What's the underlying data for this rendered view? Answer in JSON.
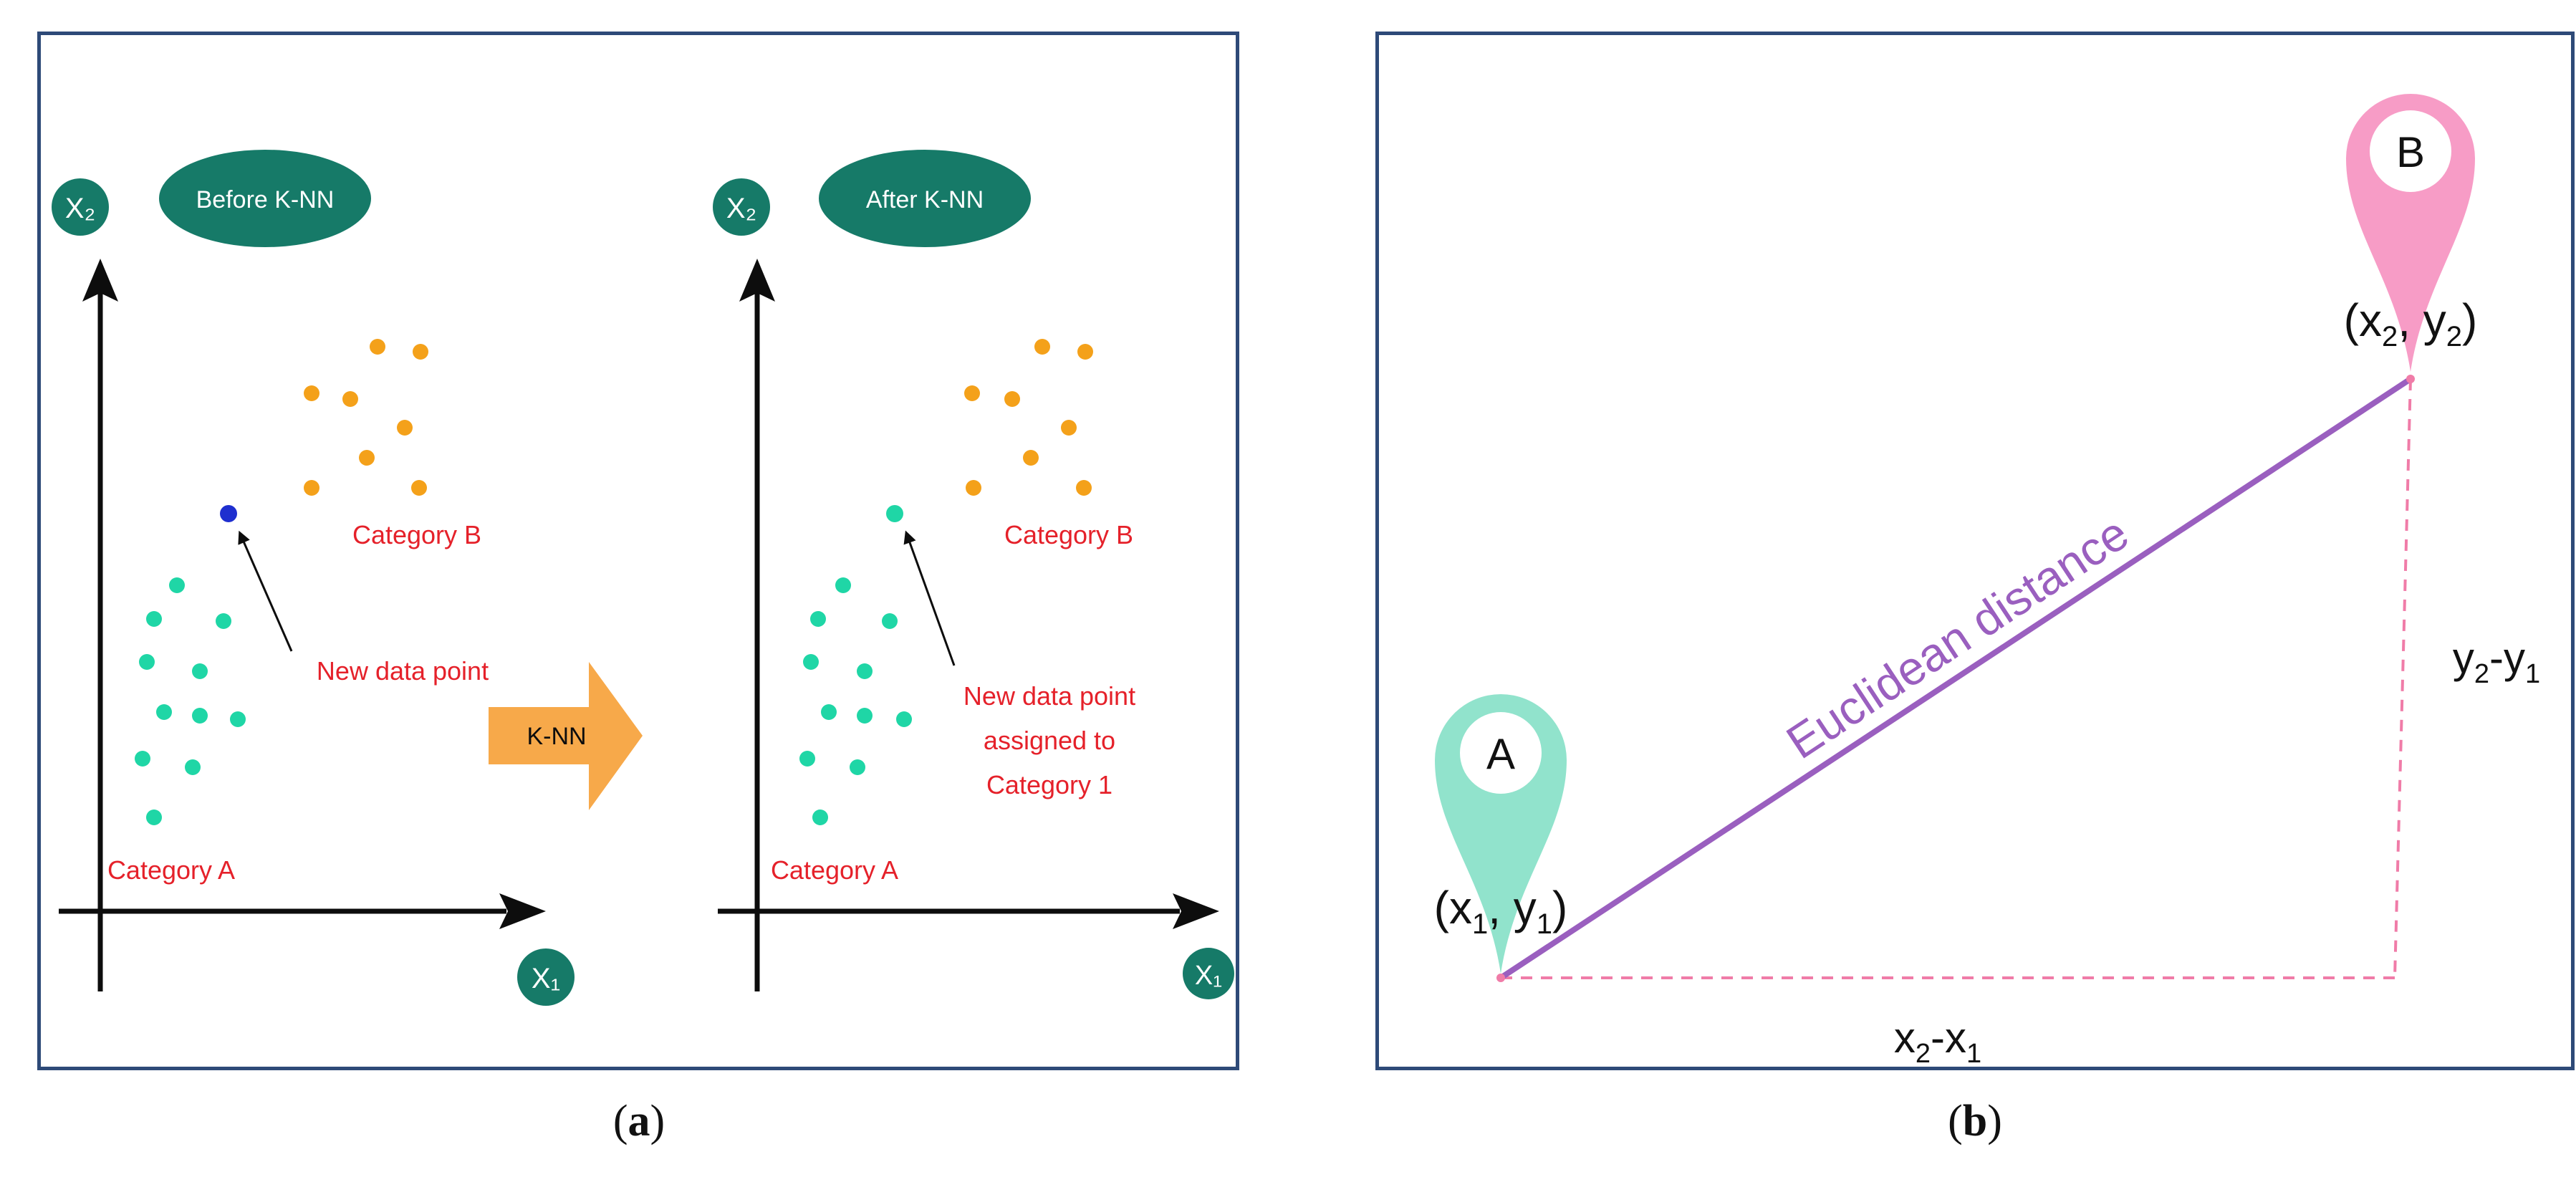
{
  "colors": {
    "frame": "#2e4a78",
    "teal_dark": "#167a68",
    "teal_point": "#1fd6a6",
    "orange_point": "#f4a11a",
    "new_point_before": "#1f2fcf",
    "red_text": "#e5212a",
    "knn_arrow": "#f7a94a",
    "axis": "#0d0d0d",
    "pin_a": "#91e3cc",
    "pin_b": "#f79cc6",
    "euclid_line": "#9a5fbf",
    "dashed": "#f07ca8"
  },
  "panel_a": {
    "left_plot": {
      "badge": "Before K-NN",
      "axis_y": "X₂",
      "axis_x": "X₁",
      "category_b_label": "Category B",
      "category_a_label": "Category A",
      "new_point_label": "New data point"
    },
    "arrow_label": "K-NN",
    "right_plot": {
      "badge": "After K-NN",
      "axis_y": "X₂",
      "axis_x": "X₁",
      "category_b_label": "Category B",
      "category_a_label": "Category A",
      "new_point_label_lines": [
        "New data point",
        "assigned to",
        "Category 1"
      ]
    },
    "caption_letter": "a"
  },
  "panel_b": {
    "pin_a_letter": "A",
    "pin_b_letter": "B",
    "point_a": {
      "x": "x",
      "xsub": "1",
      "y": "y",
      "ysub": "1"
    },
    "point_b": {
      "x": "x",
      "xsub": "2",
      "y": "y",
      "ysub": "2"
    },
    "line_label": "Euclidean distance",
    "dx_label": {
      "a": "x",
      "asub": "2",
      "b": "x",
      "bsub": "1"
    },
    "dy_label": {
      "a": "y",
      "asub": "2",
      "b": "y",
      "bsub": "1"
    },
    "caption_letter": "b"
  }
}
